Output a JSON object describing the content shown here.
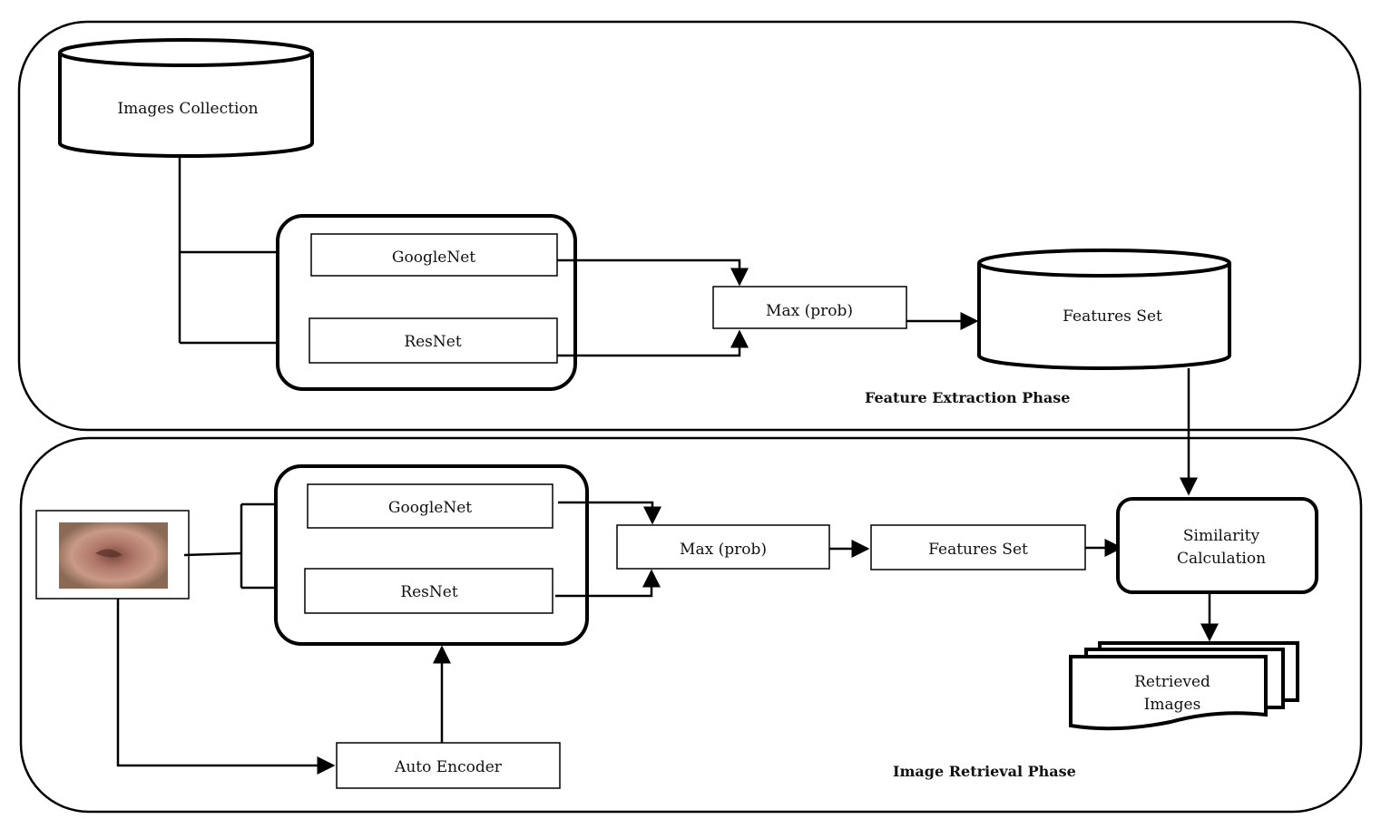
{
  "feature_extraction": {
    "phase_label": "Feature Extraction Phase",
    "images_collection": "Images Collection",
    "googlenet": "GoogleNet",
    "resnet": "ResNet",
    "max_prob": "Max (prob)",
    "features_set": "Features Set"
  },
  "image_retrieval": {
    "phase_label": "Image Retrieval Phase",
    "googlenet": "GoogleNet",
    "resnet": "ResNet",
    "max_prob": "Max (prob)",
    "features_set": "Features Set",
    "similarity_line1": "Similarity",
    "similarity_line2": "Calculation",
    "retrieved_line1": "Retrieved",
    "retrieved_line2": "Images",
    "auto_encoder": "Auto Encoder"
  }
}
